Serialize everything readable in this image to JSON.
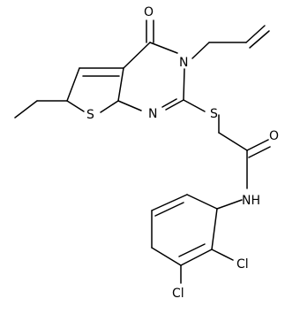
{
  "molecule": {
    "atom_labels": {
      "oxygen_ketone": "O",
      "nitrogen_ring": "N",
      "nitrogen_ring_lower": "N",
      "sulfur_thiophene": "S",
      "sulfur_thioether": "S",
      "oxygen_amide": "O",
      "nitrogen_amide": "NH",
      "chlorine_ortho": "Cl",
      "chlorine_meta": "Cl"
    }
  }
}
